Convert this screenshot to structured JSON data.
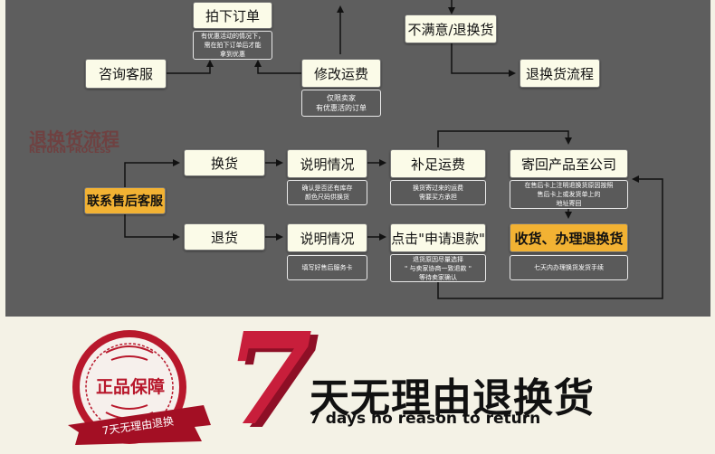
{
  "top_flow": {
    "place_order": "拍下订单",
    "place_order_note": "有优惠活动的情况下，\n需在拍下订单后才能\n拿到优惠",
    "contact_cs": "咨询客服",
    "modify_price": "修改运费",
    "modify_price_note": "仅限卖家\n有优惠活的订单",
    "unsatisfied": "不满意/退换货",
    "return_flow": "退换货流程"
  },
  "section": {
    "title": "退换货流程",
    "subtitle": "RETURN PROCESS"
  },
  "return_process": {
    "contact_after_sales": "联系售后客服",
    "exchange": "换货",
    "refund": "退货",
    "explain_1": "说明情况",
    "explain_1_note": "确认是否还有库存\n颜色尺码供换货",
    "explain_2": "说明情况",
    "explain_2_note": "填写好售后服务卡",
    "pay_shipping": "补足运费",
    "pay_shipping_note": "换货寄过来的运费\n需要买方承担",
    "apply_refund": "点击\"申请退款\"",
    "apply_refund_note": "退货原因尽量选择\n\" 与卖家协商一致退款 \"\n等待卖家确认",
    "send_back": "寄回产品至公司",
    "send_back_note": "在售后卡上注明退换货原因按照\n售后卡上或发货单上的\n地址寄回",
    "receive": "收货、办理退换货",
    "receive_note": "七天内办理换货发货手续"
  },
  "footer": {
    "seal_text": "正品保障",
    "seal_ribbon": "7天无理由退换",
    "big_number": "7",
    "title_cn": "天无理由退换货",
    "title_en": "7 days no reason to return"
  },
  "colors": {
    "panel": "#5e5e5e",
    "box": "#fbfbe8",
    "accent_yellow": "#f2b233",
    "seal_red": "#b8182c"
  }
}
